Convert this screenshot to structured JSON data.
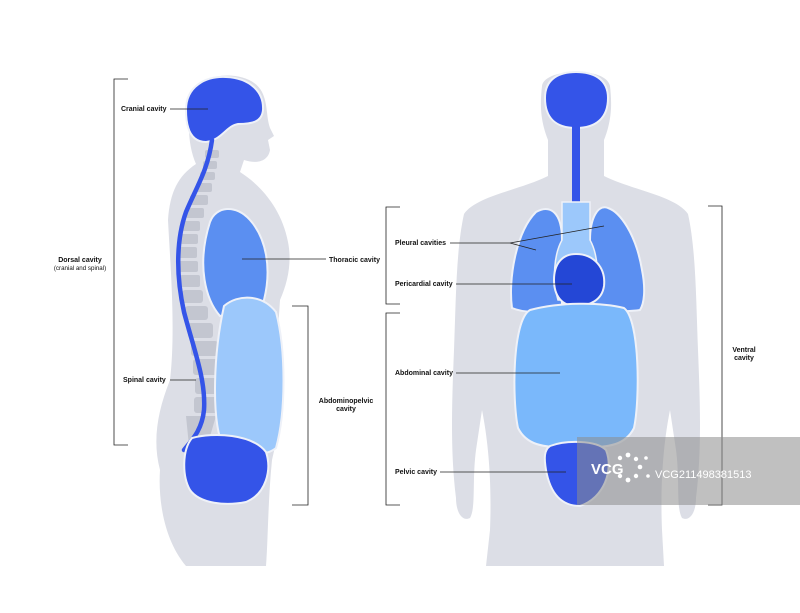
{
  "labels": {
    "cranial": "Cranial cavity",
    "dorsal_title": "Dorsal cavity",
    "dorsal_sub": "(cranial and spinal)",
    "thoracic": "Thoracic cavity",
    "spinal": "Spinal cavity",
    "abdominopelvic_line1": "Abdominopelvic",
    "abdominopelvic_line2": "cavity",
    "pleural": "Pleural cavities",
    "pericardial": "Pericardial cavity",
    "abdominal": "Abdominal cavity",
    "pelvic": "Pelvic cavity",
    "ventral_line1": "Ventral",
    "ventral_line2": "cavity"
  },
  "watermark": {
    "logo": "VCG",
    "code": "VCG211498381513"
  },
  "colors": {
    "body": "#dcdee6",
    "spine": "#c3c6d0",
    "dark_blue": "#3454e8",
    "mid_blue": "#5b8ff1",
    "light_blue": "#7ab8fb",
    "pale_blue": "#9cc8fb",
    "pericardial": "#2447d6",
    "line": "#222222"
  }
}
